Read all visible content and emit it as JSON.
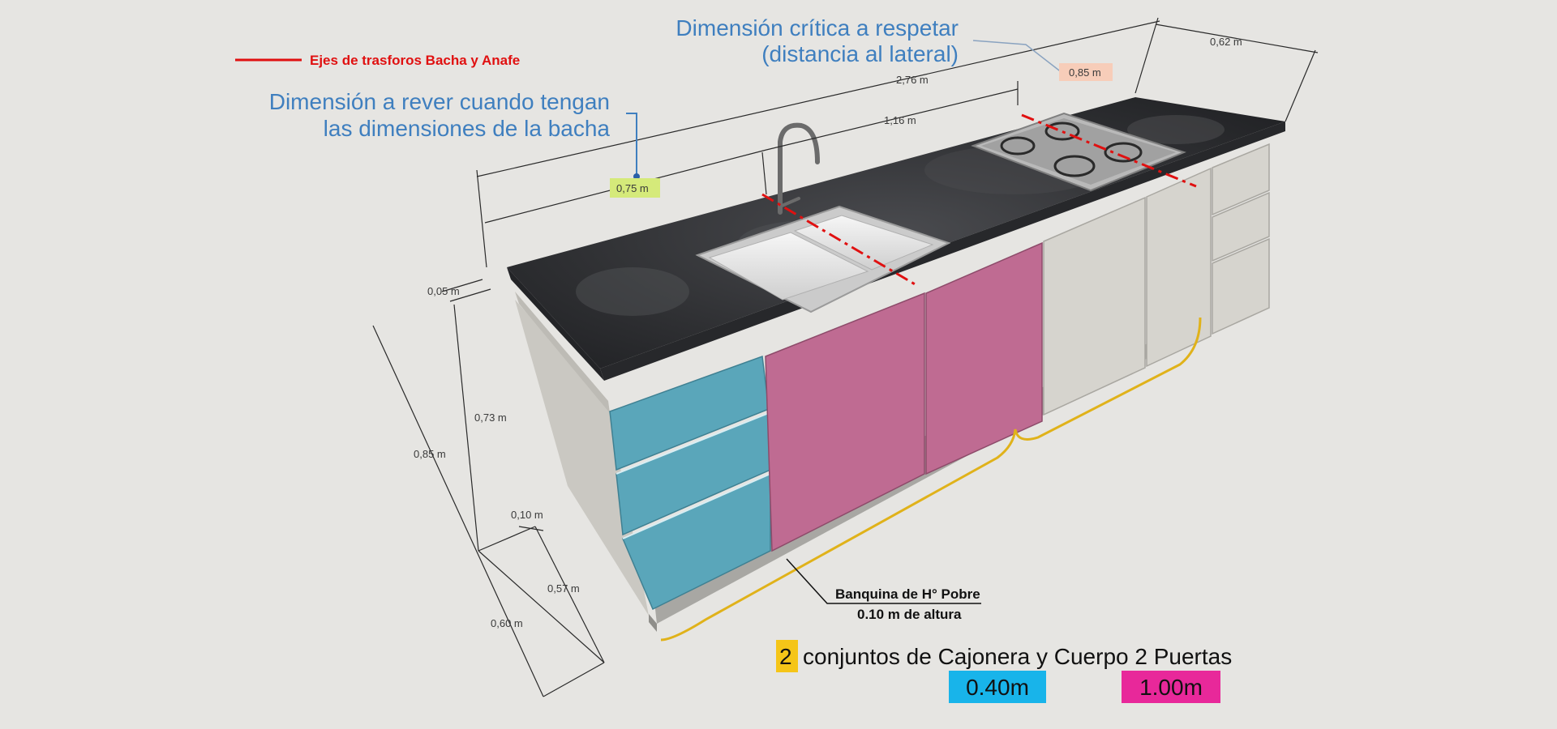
{
  "legend": {
    "label": "Ejes de trasforos Bacha y Anafe",
    "color": "#e01010"
  },
  "notes": {
    "critical_line1": "Dimensión crítica a respetar",
    "critical_line2": "(distancia al lateral)",
    "review_line1": "Dimensión a rever cuando tengan",
    "review_line2": "las dimensiones de la bacha"
  },
  "dimensions": {
    "total_length": "2,76 m",
    "depth": "0,62 m",
    "critical": "0,85 m",
    "sink_to_hob": "1,16 m",
    "sink_offset": "0,75 m",
    "top_thickness": "0,05 m",
    "cabinet_height": "0,73 m",
    "total_height": "0,85 m",
    "plinth": "0,10 m",
    "drawer_height": "0,57 m",
    "module_depth": "0,60 m"
  },
  "banquina": {
    "line1": "Banquina de H° Pobre",
    "line2": "0.10 m de altura"
  },
  "summary": {
    "count": "2",
    "text": "conjuntos de Cajonera y Cuerpo 2 Puertas",
    "drawer_width": "0.40m",
    "door_width": "1.00m"
  },
  "colors": {
    "drawer": "#5aa6ba",
    "doors": "#bf6b92",
    "countertop": "#2f3033",
    "cabinet": "#d3d1cb",
    "note_text": "#3f7fbf",
    "badge_blue": "#18b4ea",
    "badge_pink": "#e8289a",
    "count_badge": "#f5c518",
    "critical_badge": "#f7cdb9",
    "review_badge": "#d5ea7a",
    "brace": "#e0b21a"
  }
}
